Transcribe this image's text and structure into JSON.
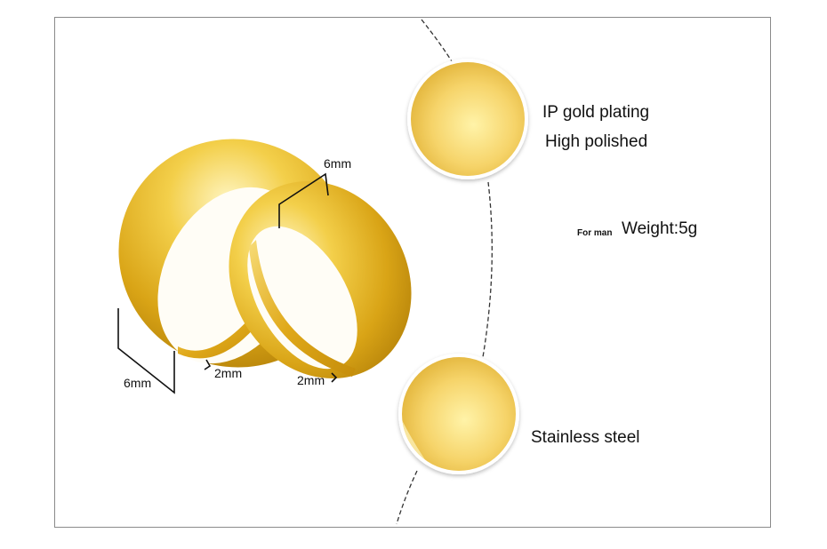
{
  "product": {
    "type": "gold wedding ring pair",
    "dimensions": {
      "large_ring_width": "6mm",
      "large_ring_thickness": "2mm",
      "small_ring_width": "6mm",
      "small_ring_thickness": "2mm"
    }
  },
  "callouts": {
    "top_line1": "IP gold plating",
    "top_line2": "High polished",
    "weight_prefix": "For man",
    "weight": "Weight:5g",
    "bottom": "Stainless steel"
  },
  "colors": {
    "gold_light": "#fbe37a",
    "gold_mid": "#e8b724",
    "gold_dark": "#b9860b",
    "frame": "#8a8a8a",
    "dash": "#333333"
  }
}
